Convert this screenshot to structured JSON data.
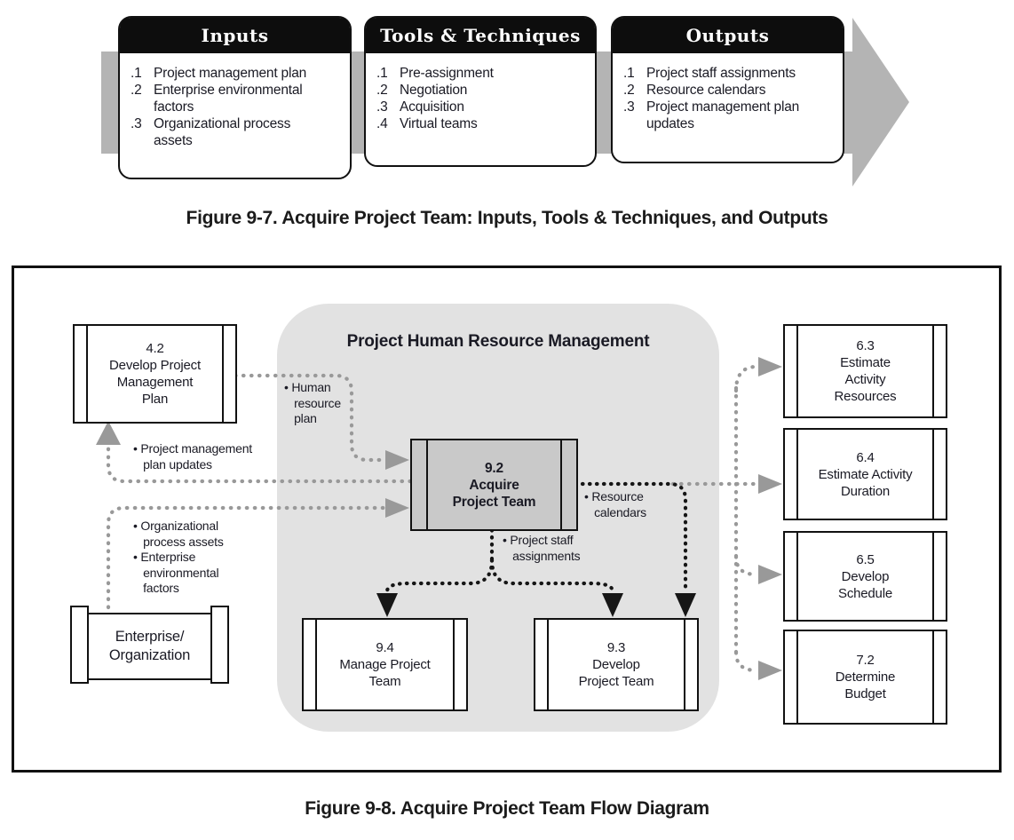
{
  "fig7": {
    "caption": "Figure 9-7. Acquire Project Team: Inputs, Tools & Techniques, and Outputs",
    "columns": [
      {
        "title": "Inputs",
        "items": [
          [
            ".1",
            "Project management plan"
          ],
          [
            ".2",
            "Enterprise environmental factors"
          ],
          [
            ".3",
            "Organizational process assets"
          ]
        ]
      },
      {
        "title": "Tools & Techniques",
        "items": [
          [
            ".1",
            "Pre-assignment"
          ],
          [
            ".2",
            "Negotiation"
          ],
          [
            ".3",
            "Acquisition"
          ],
          [
            ".4",
            "Virtual teams"
          ]
        ]
      },
      {
        "title": "Outputs",
        "items": [
          [
            ".1",
            "Project staff assignments"
          ],
          [
            ".2",
            "Resource calendars"
          ],
          [
            ".3",
            "Project management plan updates"
          ]
        ]
      }
    ]
  },
  "fig8": {
    "caption": "Figure 9-8. Acquire Project Team Flow Diagram",
    "region_title": "Project Human Resource Management",
    "nodes": {
      "n42": "4.2\nDevelop Project\nManagement\nPlan",
      "n92": "9.2\nAcquire\nProject Team",
      "n94": "9.4\nManage Project\nTeam",
      "n93": "9.3\nDevelop\nProject Team",
      "n63": "6.3\nEstimate\nActivity\nResources",
      "n64": "6.4\nEstimate Activity\nDuration",
      "n65": "6.5\nDevelop\nSchedule",
      "n72": "7.2\nDetermine\nBudget",
      "enterprise": "Enterprise/\nOrganization"
    },
    "labels": {
      "hr_plan": "• Human\n   resource\n   plan",
      "pm_updates": "• Project management\n   plan updates",
      "opa_eef": "• Organizational\n   process assets\n• Enterprise\n   environmental\n   factors",
      "resource_calendars": "• Resource\n   calendars",
      "staff_assignments": "• Project staff\n   assignments"
    }
  },
  "colors": {
    "band_gray": "#b4b4b4",
    "header_black": "#0d0d0d",
    "region_gray": "#e2e2e2",
    "center_node_fill": "#c9c9c9",
    "dotted_gray": "#999999",
    "dotted_black": "#161616",
    "text": "#1a1a24"
  }
}
